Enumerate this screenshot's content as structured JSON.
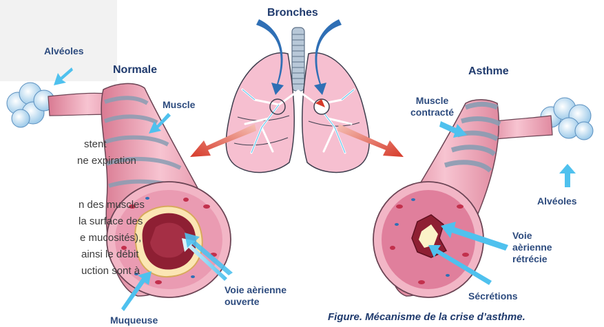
{
  "labels": {
    "bronches": "Bronches",
    "normale": "Normale",
    "asthme": "Asthme",
    "alveoles_left": "Alvéoles",
    "alveoles_right": "Alvéoles",
    "muscle": "Muscle",
    "muscle_contracte_1": "Muscle",
    "muscle_contracte_2": "contracté",
    "voie_ouverte_1": "Voie aèrienne",
    "voie_ouverte_2": "ouverte",
    "voie_retrecie_1": "Voie",
    "voie_retrecie_2": "aèrienne",
    "voie_retrecie_3": "rétrécie",
    "secretions": "Sécrétions",
    "muqueuse": "Muqueuse"
  },
  "body_text_fragments": [
    "stent",
    "ne expiration",
    "n des muscles",
    "la surface des",
    "e mucosités),",
    "ainsi le débit",
    "uction sont à"
  ],
  "caption": "Figure. Mécanisme de la crise d’asthme.",
  "colors": {
    "label_blue": "#2d4b7e",
    "arrow_blue": "#4fc1ee",
    "arrow_dark_blue": "#2f6fb5",
    "arrow_red": "#d63a2a",
    "tissue_pink": "#f2b6c6",
    "lumen_red": "#8e1f33",
    "muscle_gray": "#a9b7c8"
  },
  "icons": {
    "down_arrow": "arrow-down-icon",
    "up_arrow": "arrow-up-icon"
  }
}
